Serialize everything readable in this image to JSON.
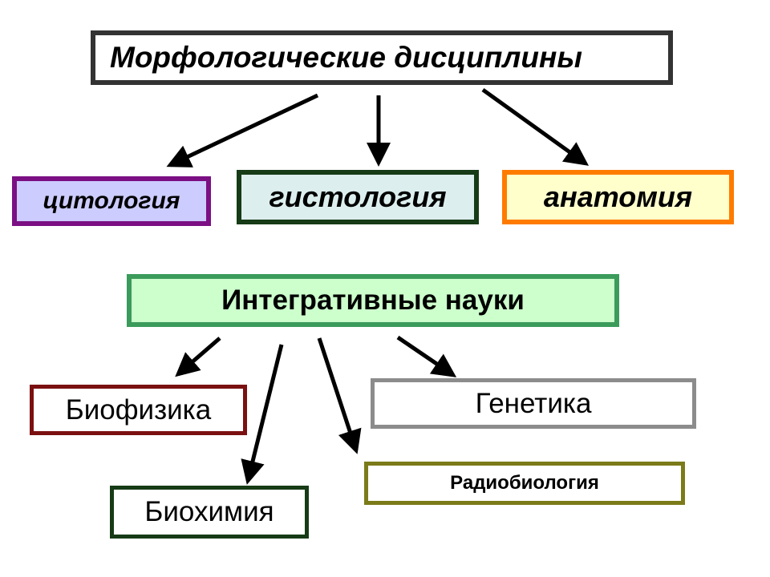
{
  "morphological": {
    "title": "Морфологические дисциплины",
    "items": {
      "cytology": "цитология",
      "histology": "гистология",
      "anatomy": "анатомия"
    }
  },
  "integrative": {
    "title": "Интегративные науки",
    "items": {
      "biophysics": "Биофизика",
      "biochemistry": "Биохимия",
      "radiobiology": "Радиобиология",
      "genetics": "Генетика"
    }
  },
  "colors": {
    "arrow": "#000000",
    "morph_border": "#333333",
    "cytology_fill": "#ccccff",
    "cytology_border": "#7b0f83",
    "histology_fill": "#ddeeee",
    "histology_border": "#163b16",
    "anatomy_fill": "#ffffcc",
    "anatomy_border": "#ff7b00",
    "integrative_fill": "#ccffcc",
    "integrative_border": "#3b9b5b"
  }
}
